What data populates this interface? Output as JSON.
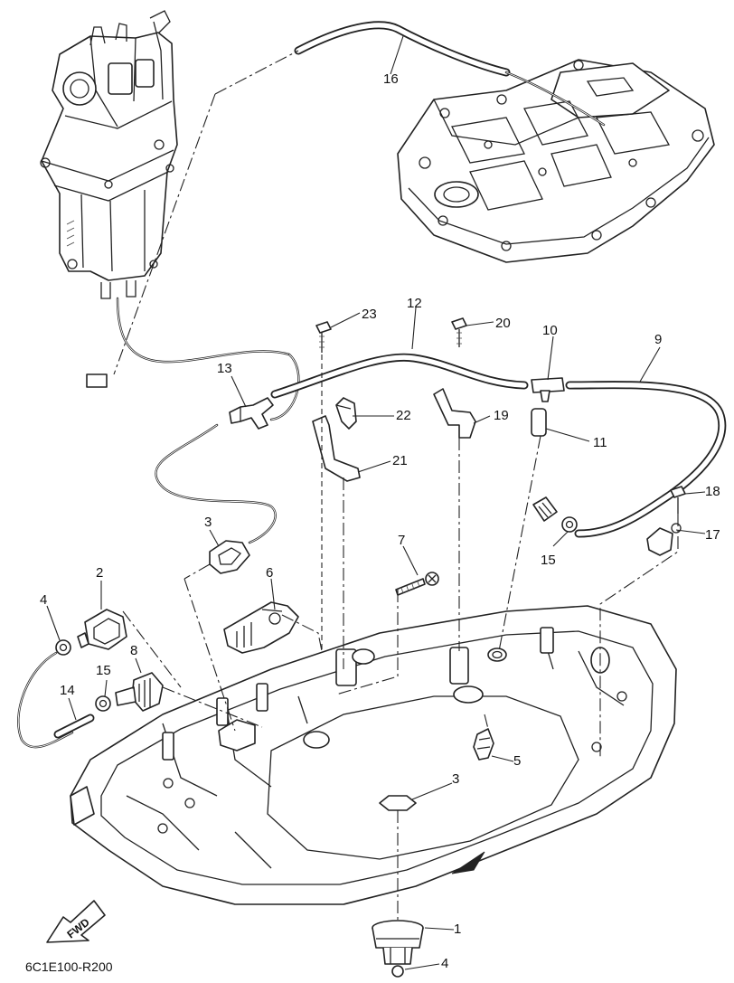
{
  "diagram": {
    "part_labels": [
      {
        "id": "p1",
        "text": "1"
      },
      {
        "id": "p2",
        "text": "2"
      },
      {
        "id": "p3a",
        "text": "3"
      },
      {
        "id": "p3b",
        "text": "3"
      },
      {
        "id": "p4a",
        "text": "4"
      },
      {
        "id": "p4b",
        "text": "4"
      },
      {
        "id": "p5",
        "text": "5"
      },
      {
        "id": "p6",
        "text": "6"
      },
      {
        "id": "p7",
        "text": "7"
      },
      {
        "id": "p8",
        "text": "8"
      },
      {
        "id": "p9",
        "text": "9"
      },
      {
        "id": "p10",
        "text": "10"
      },
      {
        "id": "p11",
        "text": "11"
      },
      {
        "id": "p12",
        "text": "12"
      },
      {
        "id": "p13",
        "text": "13"
      },
      {
        "id": "p14",
        "text": "14"
      },
      {
        "id": "p15a",
        "text": "15"
      },
      {
        "id": "p15b",
        "text": "15"
      },
      {
        "id": "p16",
        "text": "16"
      },
      {
        "id": "p17",
        "text": "17"
      },
      {
        "id": "p18",
        "text": "18"
      },
      {
        "id": "p19",
        "text": "19"
      },
      {
        "id": "p20",
        "text": "20"
      },
      {
        "id": "p21",
        "text": "21"
      },
      {
        "id": "p22",
        "text": "22"
      },
      {
        "id": "p23",
        "text": "23"
      }
    ],
    "fwd_label": "FWD",
    "drawing_code": "6C1E100-R200"
  }
}
